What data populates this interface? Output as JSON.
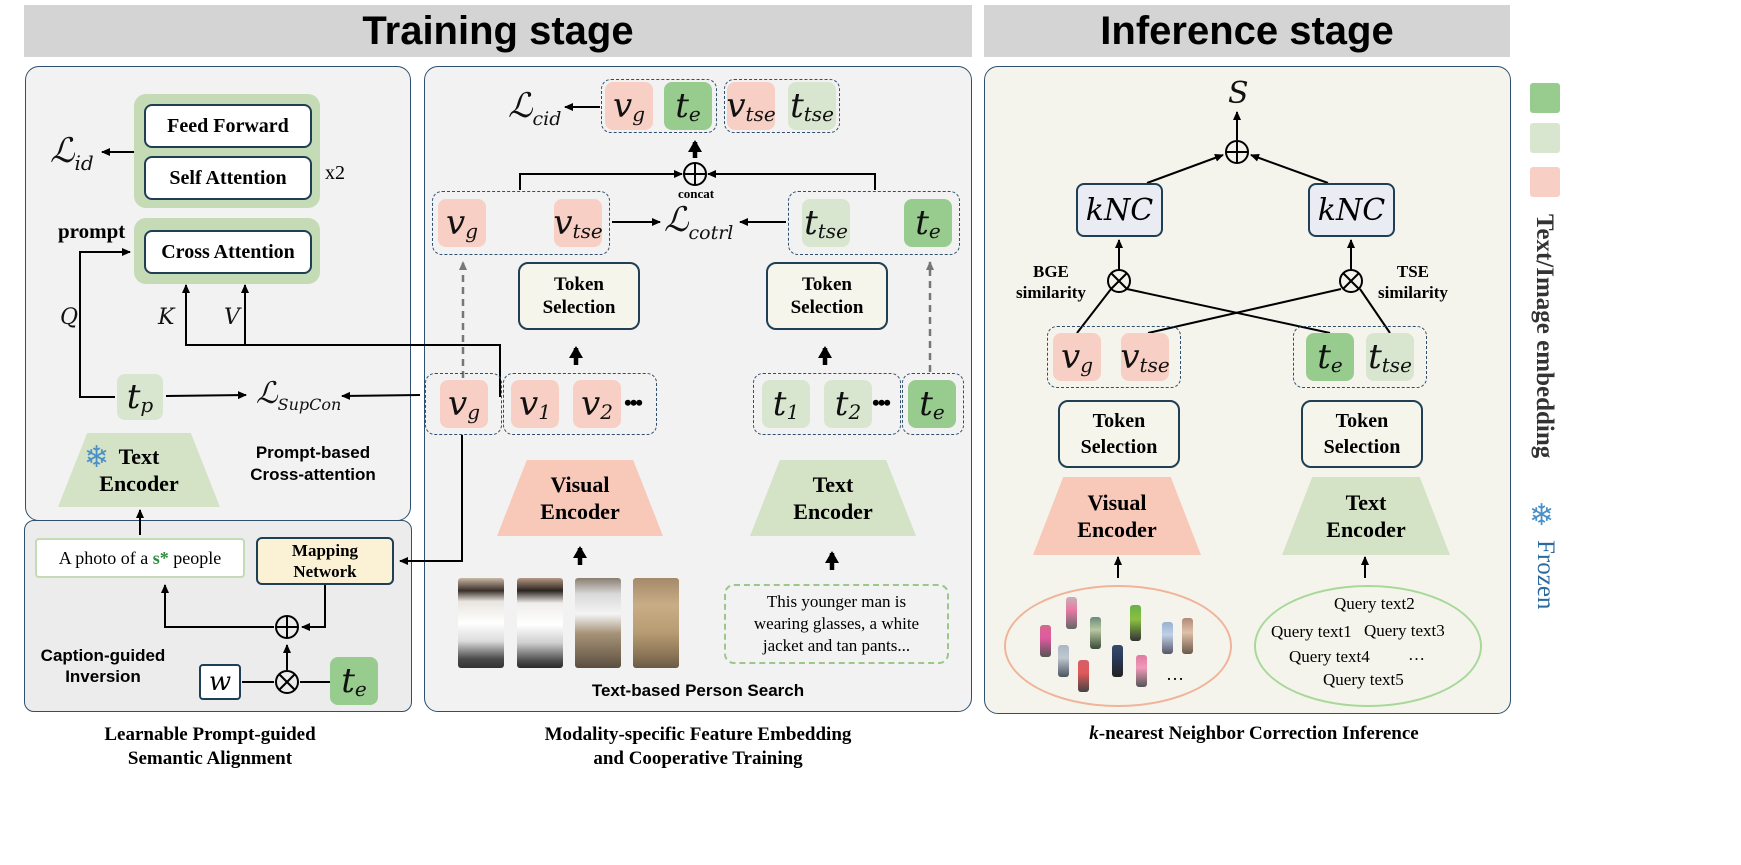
{
  "headers": {
    "training": "Training stage",
    "inference": "Inference stage"
  },
  "left": {
    "feed_forward": "Feed Forward",
    "self_attention": "Self Attention",
    "repeat": "x2",
    "cross_attention": "Cross Attention",
    "prompt": "prompt",
    "loss_id_main": "ℒ",
    "loss_id_sub": "id",
    "q": "Q",
    "k": "K",
    "v": "V",
    "tp_main": "t",
    "tp_sub": "p",
    "supcon_main": "ℒ",
    "supcon_sub": "SupCon",
    "text_encoder_line1": "Text",
    "text_encoder_line2": "Encoder",
    "frozen_symbol": "❄",
    "prompt_cross_line1": "Prompt-based",
    "prompt_cross_line2": "Cross-attention",
    "caption_prefix": "A photo of a ",
    "caption_token": "s*",
    "caption_suffix": " people",
    "mapping_line1": "Mapping",
    "mapping_line2": "Network",
    "caption_inversion_line1": "Caption-guided",
    "caption_inversion_line2": "Inversion",
    "w": "w",
    "te_main": "t",
    "te_sub": "e",
    "bottom_label_line1": "Learnable Prompt-guided",
    "bottom_label_line2": "Semantic Alignment"
  },
  "middle": {
    "loss_cid_main": "ℒ",
    "loss_cid_sub": "cid",
    "loss_cotrl_main": "ℒ",
    "loss_cotrl_sub": "cotrl",
    "concat": "concat",
    "token_selection_line1": "Token",
    "token_selection_line2": "Selection",
    "visual_encoder_line1": "Visual",
    "visual_encoder_line2": "Encoder",
    "text_encoder_line1": "Text",
    "text_encoder_line2": "Encoder",
    "caption_text": "This younger man is wearing glasses, a white jacket and tan pants...",
    "panel_title": "Text-based Person Search",
    "bottom_label_line1": "Modality-specific Feature Embedding",
    "bottom_label_line2": "and Cooperative Training",
    "tokens": {
      "vg": {
        "main": "v",
        "sub": "g"
      },
      "te": {
        "main": "t",
        "sub": "e"
      },
      "vtse": {
        "main": "v",
        "sub": "tse"
      },
      "ttse": {
        "main": "t",
        "sub": "tse"
      },
      "v1": {
        "main": "v",
        "sub": "1"
      },
      "v2": {
        "main": "v",
        "sub": "2"
      },
      "t1": {
        "main": "t",
        "sub": "1"
      },
      "t2": {
        "main": "t",
        "sub": "2"
      }
    },
    "ellipsis": "•••"
  },
  "right": {
    "score": "S",
    "knc": "kNC",
    "bge_line1": "BGE",
    "bge_line2": "similarity",
    "tse_line1": "TSE",
    "tse_line2": "similarity",
    "token_selection_line1": "Token",
    "token_selection_line2": "Selection",
    "visual_encoder_line1": "Visual",
    "visual_encoder_line2": "Encoder",
    "text_encoder_line1": "Text",
    "text_encoder_line2": "Encoder",
    "query_texts": [
      "Query text2",
      "Query text1",
      "Query text3",
      "Query text4",
      "…",
      "Query text5"
    ],
    "gallery_ellipsis": "…",
    "bottom_label_prefix": "k",
    "bottom_label_rest": "-nearest Neighbor Correction Inference"
  },
  "legend": {
    "embedding_label": "Text/Image embedding",
    "frozen_symbol": "❄",
    "frozen_label": "Frozen",
    "colors": {
      "dark_green": "#98cc8e",
      "light_green": "#d8e5cf",
      "pink": "#f8cfc4"
    }
  }
}
